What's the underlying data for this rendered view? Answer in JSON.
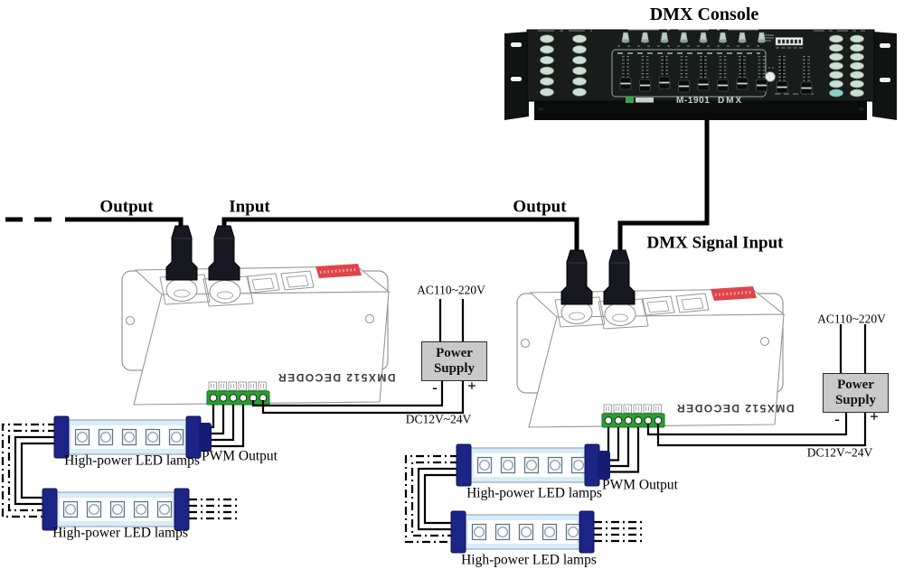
{
  "title": "DMX Console",
  "console": {
    "model": "M-1901",
    "protocol": "DMX"
  },
  "wiring_labels": {
    "output_left": "Output",
    "input": "Input",
    "output_right": "Output",
    "dmx_signal_input": "DMX Signal Input",
    "pwm_output": "PWM Output"
  },
  "decoder": {
    "name": "DMX512 DECODER"
  },
  "power_supply": {
    "line1": "Power",
    "line2": "Supply",
    "ac": "AC110~220V",
    "dc": "DC12V~24V",
    "minus": "-",
    "plus": "+"
  },
  "lamps": {
    "label": "High-power LED lamps"
  },
  "colors": {
    "wire": "#000000",
    "outline_gray": "#979797",
    "terminal_green": "#27a12f",
    "lamp_body_blue": "#d9ecf9",
    "lamp_cap_navy": "#1d2487",
    "psu_gray": "#c9c9c9",
    "warning_label_red": "#e0444b",
    "console_black": "#181c1a",
    "button_pale_green": "#ccdfd6"
  },
  "diagram": {
    "type": "wiring-diagram",
    "components": [
      "DMX Console M-1901",
      "DMX512 DECODER (x2)",
      "Power Supply (x2)",
      "High-power LED lamps (x4)"
    ],
    "connections": [
      "DMX Console -> decoder 2 XLR: DMX Signal Input",
      "Decoder 2 Output XLR -> Decoder 1 Input XLR",
      "Decoder 1 Output XLR -> further units (dashed continuation)",
      "Power Supply (AC110~220V in) DC12V~24V -/+ -> decoder terminals",
      "Decoder PWM Output terminals -> High-power LED lamps, daisy-chained lamp to lamp"
    ]
  }
}
